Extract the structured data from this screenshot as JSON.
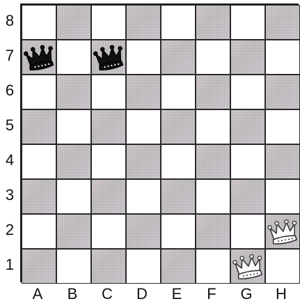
{
  "board": {
    "files": [
      "A",
      "B",
      "C",
      "D",
      "E",
      "F",
      "G",
      "H"
    ],
    "ranks": [
      "8",
      "7",
      "6",
      "5",
      "4",
      "3",
      "2",
      "1"
    ],
    "light_color": "#ffffff",
    "dark_color": "#c4bec3",
    "pieces": [
      {
        "square": "A7",
        "type": "queen",
        "color": "black"
      },
      {
        "square": "C7",
        "type": "queen",
        "color": "black"
      },
      {
        "square": "H2",
        "type": "queen",
        "color": "white"
      },
      {
        "square": "G1",
        "type": "queen",
        "color": "white"
      }
    ]
  }
}
